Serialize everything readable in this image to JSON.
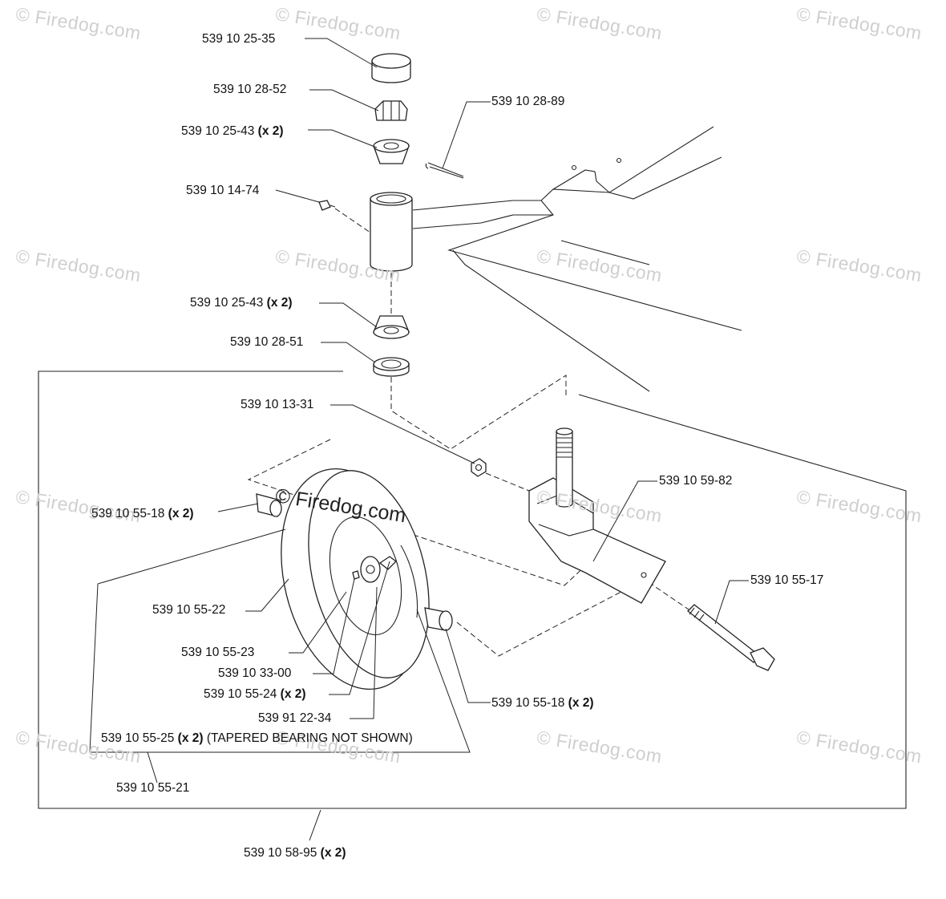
{
  "watermark": {
    "text": "© Firedog.com",
    "center_text": "© Firedog.com"
  },
  "labels": {
    "l01": {
      "part": "539 10 25-35",
      "qty": ""
    },
    "l02": {
      "part": "539 10 28-52",
      "qty": ""
    },
    "l03": {
      "part": "539 10 28-89",
      "qty": ""
    },
    "l04": {
      "part": "539 10 25-43",
      "qty": "(x 2)"
    },
    "l05": {
      "part": "539 10 14-74",
      "qty": ""
    },
    "l06": {
      "part": "539 10 25-43",
      "qty": "(x 2)"
    },
    "l07": {
      "part": "539 10 28-51",
      "qty": ""
    },
    "l08": {
      "part": "539 10 13-31",
      "qty": ""
    },
    "l09": {
      "part": "539 10 59-82",
      "qty": ""
    },
    "l10": {
      "part": "539 10 55-18",
      "qty": "(x 2)"
    },
    "l11": {
      "part": "539 10 55-17",
      "qty": ""
    },
    "l12": {
      "part": "539 10 55-22",
      "qty": ""
    },
    "l13": {
      "part": "539 10 55-23",
      "qty": ""
    },
    "l14": {
      "part": "539 10 33-00",
      "qty": ""
    },
    "l15": {
      "part": "539 10 55-24",
      "qty": "(x 2)"
    },
    "l16": {
      "part": "539 10 55-18",
      "qty": "(x 2)"
    },
    "l17": {
      "part": "539 91 22-34",
      "qty": ""
    },
    "l18": {
      "part": "539 10 55-25",
      "qty": "(x 2)",
      "note": "(TAPERED BEARING NOT SHOWN)"
    },
    "l19": {
      "part": "539 10 55-21",
      "qty": ""
    },
    "l20": {
      "part": "539 10 58-95",
      "qty": "(x 2)"
    }
  }
}
